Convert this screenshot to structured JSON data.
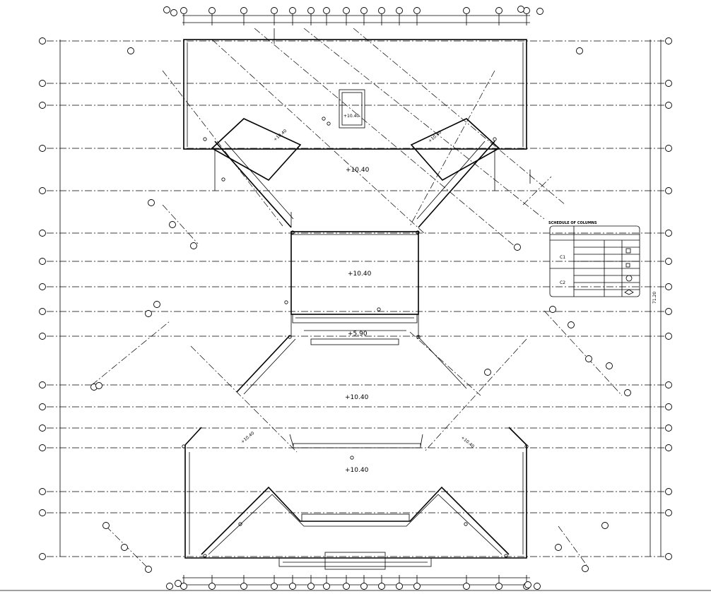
{
  "levels": {
    "level_1": "+10.40",
    "level_2": "+10.40",
    "level_3": "+5.90",
    "level_4": "+10.40",
    "level_5": "+10.40",
    "level_box": "+10.40",
    "level_wing_left": "+10.40",
    "level_wing_right": "+10.40",
    "level_lower_left": "+10.40",
    "level_lower_right": "+10.40"
  },
  "dimension": {
    "right_total": "71.20"
  },
  "schedule": {
    "title": "SCHEDULE OF COLUMNS",
    "rows": [
      {
        "mark": "C1"
      },
      {
        "mark": "C2"
      }
    ]
  },
  "colors": {
    "line": "#000000",
    "background": "#ffffff"
  }
}
